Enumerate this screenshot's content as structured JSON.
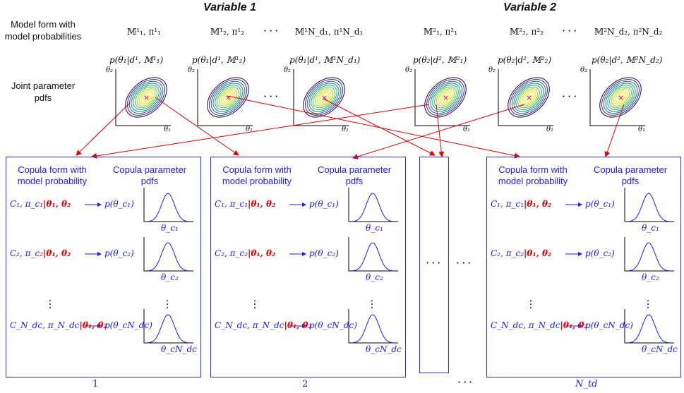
{
  "header": {
    "variable1": "Variable 1",
    "variable2": "Variable 2"
  },
  "row_labels": {
    "model_form": "Model form with model probabilities",
    "joint_pdfs": "Joint parameter pdfs"
  },
  "model_forms": [
    "𝕄¹₁, π¹₁",
    "𝕄¹₂, π¹₂",
    "𝕄¹N_d₁, π¹N_d₁",
    "𝕄²₁, π²₁",
    "𝕄²₂, π²₂",
    "𝕄²N_d₂, π²N_d₂"
  ],
  "pdf_labels": [
    "p(θ₁|d¹, 𝕄¹₁)",
    "p(θ₁|d¹, 𝕄¹₂)",
    "p(θ₁|d¹, 𝕄¹N_d₁)",
    "p(θ₂|d², 𝕄²₁)",
    "p(θ₂|d², 𝕄²₂)",
    "p(θ₂|d², 𝕄²N_d₂)"
  ],
  "axis": {
    "y1": "θ₂",
    "x1": "θ₁"
  },
  "ellipsis": "···",
  "box": {
    "copula_form": "Copula form with model probability",
    "copula_params": "Copula parameter pdfs",
    "rows": [
      {
        "c": "C₁, π_c₁",
        "p": "p(θ_c₁)",
        "theta": "θ_c₁"
      },
      {
        "c": "C₂, π_c₂",
        "p": "p(θ_c₂)",
        "theta": "θ_c₂"
      },
      {
        "c": "C_N_dc, π_N_dc",
        "p": "p(θ_cN_dc)",
        "theta": "θ_cN_dc"
      }
    ],
    "cond": "|θ₁, θ₂"
  },
  "box_indices": [
    "1",
    "2",
    "N_td"
  ],
  "colors": {
    "box": "#2b2bff",
    "arrow": "#e00000",
    "text_blue": "#1a1aff"
  }
}
